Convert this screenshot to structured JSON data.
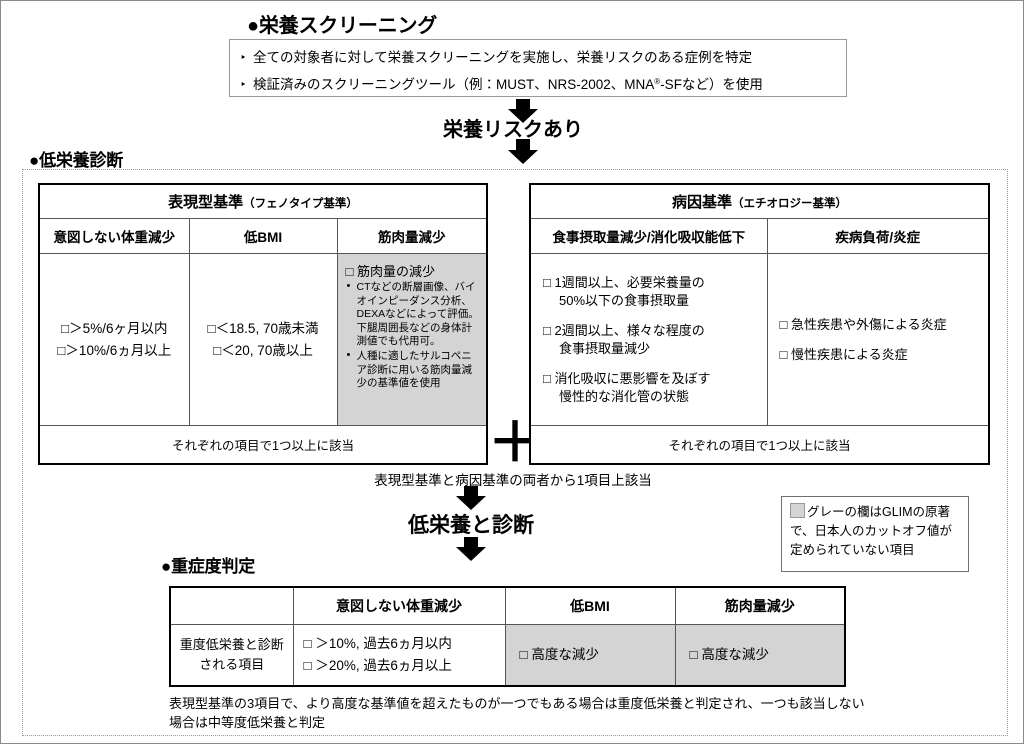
{
  "screening": {
    "heading": "●栄養スクリーニング",
    "bullets": [
      "全ての対象者に対して栄養スクリーニングを実施し、栄養リスクのある症例を特定",
      "検証済みのスクリーニングツール（例：MUST、NRS-2002、MNA®-SFなど）を使用"
    ],
    "bullet2_pre": "検証済みのスクリーニングツール（例：MUST、NRS-2002、MNA",
    "bullet2_sup": "®",
    "bullet2_post": "-SFなど）を使用"
  },
  "risk_label": "栄養リスクあり",
  "diagnosis": {
    "heading": "●低栄養診断",
    "phenotype": {
      "title_main": "表現型基準",
      "title_sub": "（フェノタイプ基準）",
      "columns": [
        "意図しない体重減少",
        "低BMI",
        "筋肉量減少"
      ],
      "weight_loss": [
        "□＞5%/6ヶ月以内",
        "□＞10%/6ヵ月以上"
      ],
      "low_bmi": [
        "□＜18.5, 70歳未満",
        "□＜20, 70歳以上"
      ],
      "muscle": {
        "check": "□ 筋肉量の減少",
        "notes": [
          "CTなどの断層画像、バイオインピーダンス分析、DEXAなどによって評価。下腿周囲長などの身体計測値でも代用可。",
          "人種に適したサルコペニア診断に用いる筋肉量減少の基準値を使用"
        ]
      },
      "footer": "それぞれの項目で1つ以上に該当"
    },
    "etiology": {
      "title_main": "病因基準",
      "title_sub": "（エチオロジー基準）",
      "columns": [
        "食事摂取量減少/消化吸収能低下",
        "疾病負荷/炎症"
      ],
      "intake": [
        {
          "line1": "□ 1週間以上、必要栄養量の",
          "line2": "50%以下の食事摂取量"
        },
        {
          "line1": "□ 2週間以上、様々な程度の",
          "line2": "食事摂取量減少"
        },
        {
          "line1": "□ 消化吸収に悪影響を及ぼす",
          "line2": "慢性的な消化管の状態"
        }
      ],
      "disease": [
        "□ 急性疾患や外傷による炎症",
        "□ 慢性疾患による炎症"
      ],
      "footer": "それぞれの項目で1つ以上に該当"
    },
    "plus": "＋",
    "combine_note": "表現型基準と病因基準の両者から1項目上該当"
  },
  "malnutrition_label": "低栄養と診断",
  "legend": {
    "text": "グレーの欄はGLIMの原著で、日本人のカットオフ値が定められていない項目",
    "swatch_color": "#d4d4d4"
  },
  "severity": {
    "heading": "●重症度判定",
    "columns": [
      "",
      "意図しない体重減少",
      "低BMI",
      "筋肉量減少"
    ],
    "row_label_line1": "重度低栄養と診断",
    "row_label_line2": "される項目",
    "weight_loss": [
      "□ ＞10%, 過去6ヵ月以内",
      "□ ＞20%, 過去6ヵ月以上"
    ],
    "low_bmi": "□ 高度な減少",
    "muscle": "□ 高度な減少",
    "note": "表現型基準の3項目で、より高度な基準値を超えたものが一つでもある場合は重度低栄養と判定され、一つも該当しない場合は中等度低栄養と判定"
  }
}
